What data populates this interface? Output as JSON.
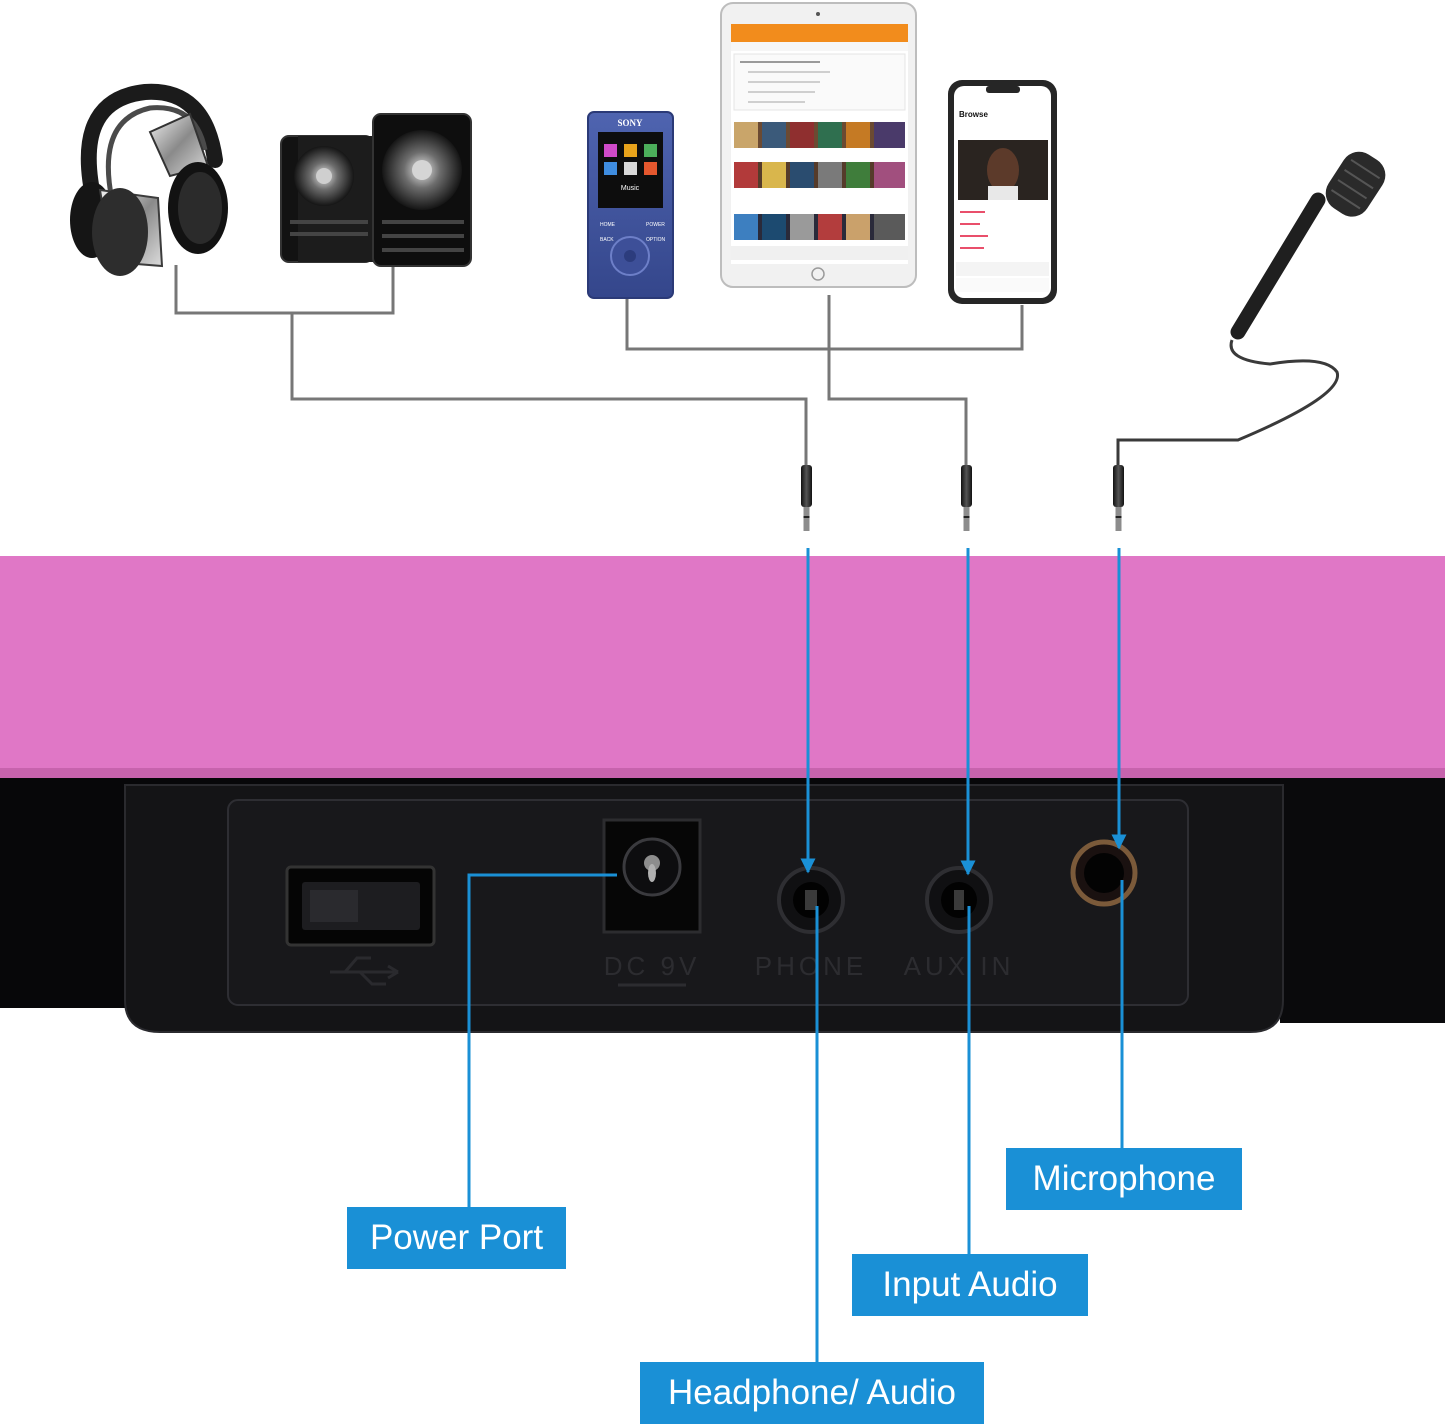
{
  "colors": {
    "keyboard_pink": "#e077c6",
    "panel_black": "#0c0c0e",
    "label_blue": "#1a90d6",
    "wire_gray": "#777777"
  },
  "devices": {
    "headphones_icon": "headphones-icon",
    "speakers_icon": "speakers-icon",
    "mp3_player": {
      "brand": "SONY",
      "screen_label": "Music",
      "keys": [
        "HOME",
        "POWER",
        "BACK",
        "OPTION"
      ]
    },
    "tablet_icon": "tablet-icon",
    "phone": {
      "heading": "Browse"
    },
    "microphone_icon": "microphone-icon"
  },
  "panel": {
    "engravings": [
      "DC 9V",
      "PHONE",
      "AUX IN"
    ]
  },
  "labels": {
    "power_port": "Power Port",
    "headphone_audio": "Headphone/ Audio",
    "input_audio": "Input Audio",
    "microphone": "Microphone"
  }
}
